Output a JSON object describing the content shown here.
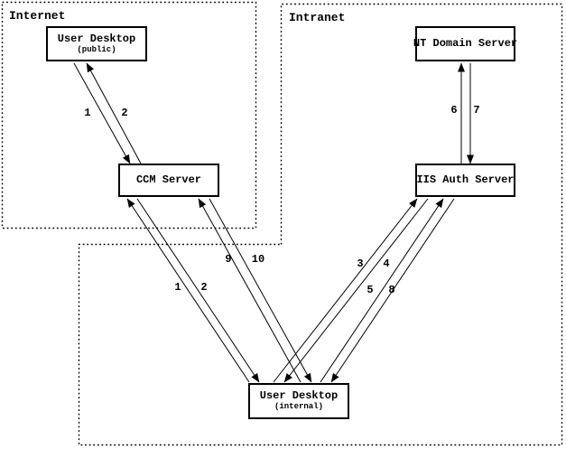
{
  "zones": {
    "internet": {
      "label": "Internet"
    },
    "intranet": {
      "label": "Intranet"
    }
  },
  "nodes": {
    "user_desktop_public": {
      "title": "User Desktop",
      "subtitle": "(public)"
    },
    "ccm_server": {
      "title": "CCM Server"
    },
    "nt_domain_server": {
      "title": "NT Domain Server"
    },
    "iis_auth_server": {
      "title": "IIS Auth Server"
    },
    "user_desktop_internal": {
      "title": "User Desktop",
      "subtitle": "(internal)"
    }
  },
  "flow_labels": {
    "public_1": "1",
    "public_2": "2",
    "net_6": "6",
    "net_7": "7",
    "ccm_9": "9",
    "ccm_10": "10",
    "ccm_1": "1",
    "ccm_2": "2",
    "iis_3": "3",
    "iis_4": "4",
    "iis_5": "5",
    "iis_8": "8"
  },
  "edges": [
    {
      "label": "1",
      "from": "user_desktop_public",
      "to": "ccm_server"
    },
    {
      "label": "2",
      "from": "ccm_server",
      "to": "user_desktop_public"
    },
    {
      "label": "1",
      "from": "user_desktop_internal",
      "to": "ccm_server"
    },
    {
      "label": "2",
      "from": "ccm_server",
      "to": "user_desktop_internal"
    },
    {
      "label": "9",
      "from": "user_desktop_internal",
      "to": "ccm_server"
    },
    {
      "label": "10",
      "from": "ccm_server",
      "to": "user_desktop_internal"
    },
    {
      "label": "3",
      "from": "user_desktop_internal",
      "to": "iis_auth_server"
    },
    {
      "label": "4",
      "from": "iis_auth_server",
      "to": "user_desktop_internal"
    },
    {
      "label": "5",
      "from": "user_desktop_internal",
      "to": "iis_auth_server"
    },
    {
      "label": "8",
      "from": "iis_auth_server",
      "to": "user_desktop_internal"
    },
    {
      "label": "6",
      "from": "iis_auth_server",
      "to": "nt_domain_server"
    },
    {
      "label": "7",
      "from": "nt_domain_server",
      "to": "iis_auth_server"
    }
  ],
  "colors": {
    "line": "#000000",
    "background": "#ffffff",
    "text": "#000000"
  }
}
